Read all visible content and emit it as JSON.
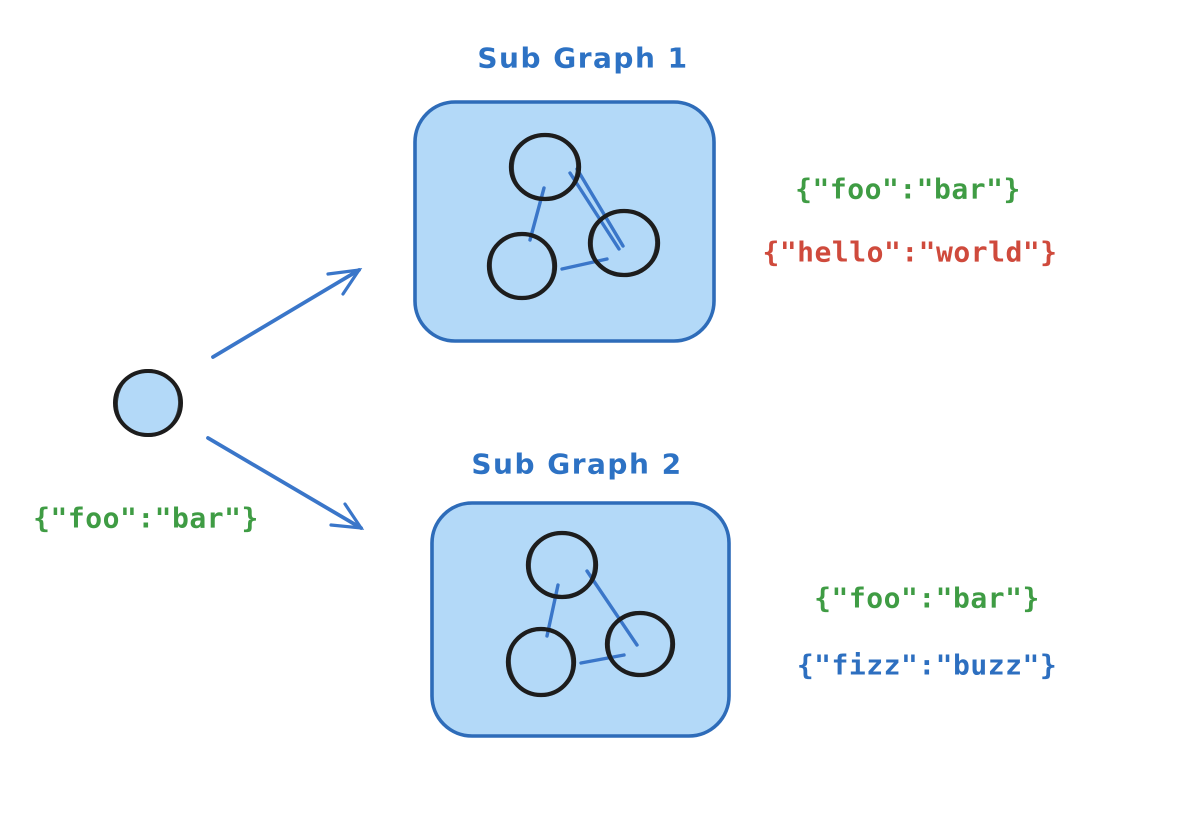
{
  "colors": {
    "background": "#ffffff",
    "title-blue": "#2d72c4",
    "arrow-blue": "#3a76c9",
    "box-fill": "#b3d9f8",
    "box-stroke": "#2e6cb9",
    "node-stroke": "#1d1d1d",
    "code-green": "#3f9c44",
    "code-red": "#cf4a3c",
    "code-blue": "#2d6fc0"
  },
  "root": {
    "label": "{\"foo\":\"bar\"}"
  },
  "subgraphs": [
    {
      "title": "Sub Graph 1",
      "outputs": [
        {
          "text": "{\"foo\":\"bar\"}"
        },
        {
          "text": "{\"hello\":\"world\"}"
        }
      ]
    },
    {
      "title": "Sub Graph 2",
      "outputs": [
        {
          "text": "{\"foo\":\"bar\"}"
        },
        {
          "text": "{\"fizz\":\"buzz\"}"
        }
      ]
    }
  ]
}
